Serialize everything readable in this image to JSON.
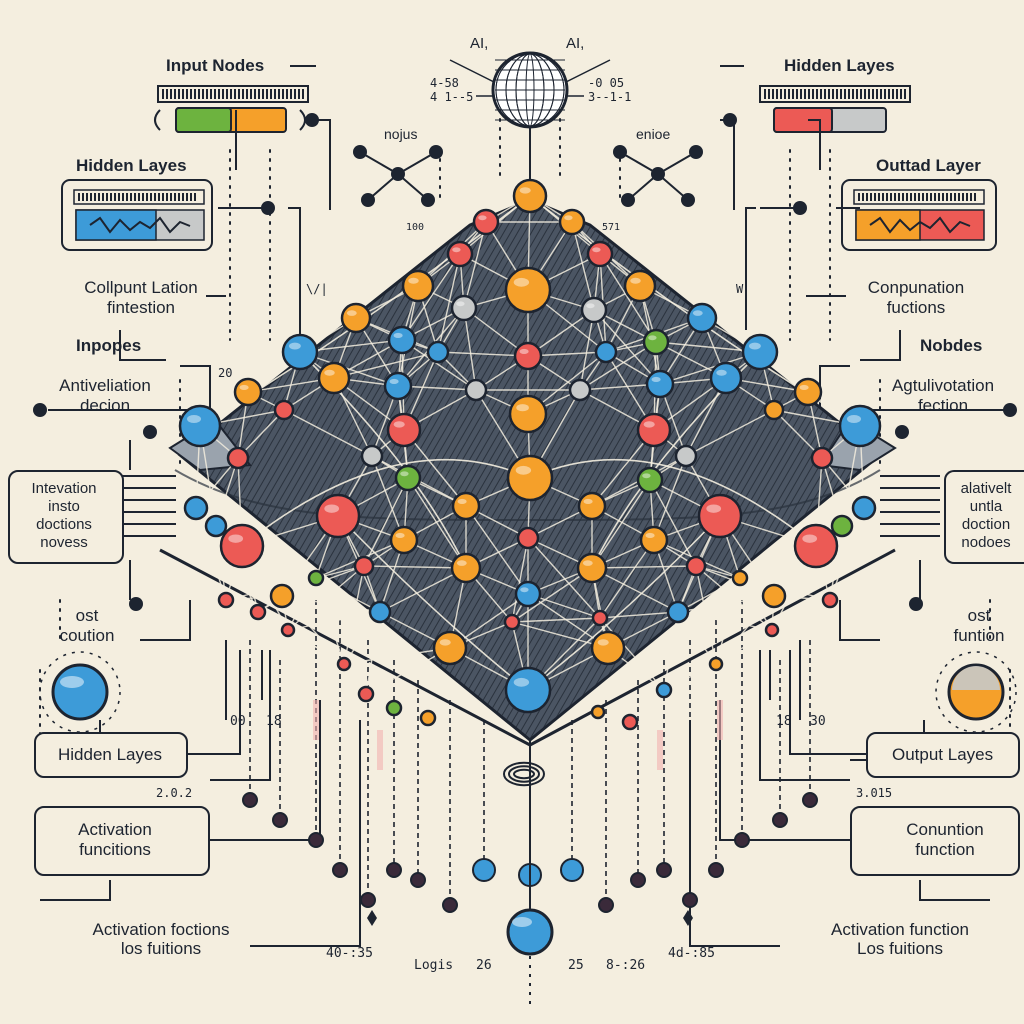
{
  "colors": {
    "background": "#f4eedf",
    "ink": "#1d2430",
    "orange": "#f5a02a",
    "red": "#ec5a55",
    "blue": "#3d9bd8",
    "green": "#6db33f",
    "gray": "#c7c9c9",
    "mesh": "#4a5563"
  },
  "header": {
    "top_left_ai": "AI,",
    "top_right_ai": "AI,",
    "left_values": "4-58\n4 1--5",
    "right_values": "-0 05\n3--1-1",
    "left_small": "nojus",
    "right_small": "enioe"
  },
  "left_labels": {
    "input_nodes": "Input Nodes",
    "hidden_layes_top": "Hidden Layes",
    "collpunt": "Collpunt Lation\nfintestion",
    "inpopes": "Inpopes",
    "antiveliation": "Antiveliation\ndecion",
    "intevation": "Intevation\ninsto\ndoctions\nnovess",
    "ost_coution": "ost\ncoution",
    "hidden_layes_bottom": "Hidden Layes",
    "activation_functions": "Activation\nfuncitions",
    "activation_foctions": "Activation foctions\nlos fuitions"
  },
  "right_labels": {
    "hidden_layes": "Hidden Layes",
    "outtad_layer": "Outtad Layer",
    "conpunation": "Conpunation\nfuctions",
    "nobdes": "Nobdes",
    "agtulivotation": "Agtulivotation\nfection",
    "alativelt": "alativelt\nuntla\ndoction\nnodoes",
    "ost_funtion": "ost\nfuntion",
    "output_layes": "Output Layes",
    "conuntion_function": "Conuntion\nfunction",
    "activation_function": "Activation function\nLos fuitions"
  },
  "numbers": {
    "left_20": "20",
    "left_00": "00",
    "left_18": "18",
    "left_2_02": "2.0.2",
    "right_18": "18",
    "right_30": "30",
    "right_3_015": "3.015",
    "bottom_40": "40-:35",
    "bottom_logs": "Logis",
    "bottom_26": "26",
    "bottom_25": "25",
    "bottom_826": "8-:26",
    "bottom_485": "4d-:85",
    "mid_left_100": "100",
    "mid_right_571": "571",
    "small_w": "W",
    "small_v": "\\/|"
  }
}
